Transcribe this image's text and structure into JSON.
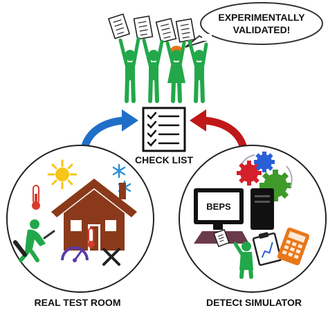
{
  "speech_bubble": {
    "text_line1": "EXPERIMENTALLY",
    "text_line2": "VALIDATED!"
  },
  "checklist": {
    "label": "CHECK LIST"
  },
  "left_circle": {
    "label": "REAL TEST ROOM"
  },
  "right_circle": {
    "label": "DETECt SIMULATOR",
    "monitor_text": "BEPS"
  },
  "colors": {
    "people_green": "#22a84a",
    "woman_orange": "#e8731a",
    "arrow_blue": "#1f6fc8",
    "arrow_red": "#c01818",
    "house_brown": "#8a3a1a",
    "sun_yellow": "#f5c518",
    "snow_blue": "#2a8fd8",
    "thermometer_red": "#d83a2a",
    "gear_red": "#d4202a",
    "gear_blue": "#2a5fd8",
    "gear_green": "#3f9a2a",
    "calculator_orange": "#e8771a",
    "pc_black": "#111111"
  },
  "icons": [
    "person-group-icon",
    "checklist-icon",
    "house-icon",
    "sun-icon",
    "snowflake-icon",
    "thermometer-icon",
    "worker-icon",
    "gauge-icon",
    "tools-icon",
    "monitor-icon",
    "computer-tower-icon",
    "gears-icon",
    "clipboard-chart-icon",
    "calculator-icon"
  ]
}
